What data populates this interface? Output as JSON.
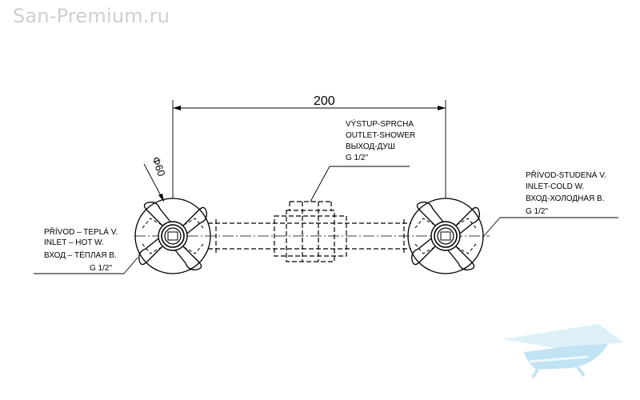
{
  "watermark": {
    "text": "San-Premium.ru"
  },
  "dimensions": {
    "width": "200",
    "diameter": "Φ60"
  },
  "labels": {
    "outlet": [
      "VÝSTUP-SPRCHA",
      "OUTLET-SHOWER",
      "ВЫХОД-ДУШ",
      "G 1/2\""
    ],
    "hot_inlet": [
      "PŘÍVOD – TEPLÁ V.",
      "INLET – HOT W.",
      "ВХОД – ТЁПЛАЯ В.",
      "G 1/2\""
    ],
    "cold_inlet": [
      "PŘÍVOD-STUDENÁ V.",
      "INLET-COLD W.",
      "ВХОД-ХОЛОДНАЯ В.",
      "G 1/2\""
    ]
  },
  "colors": {
    "line": "#000000",
    "watermark": "#cfcfcf",
    "logo": "#a8d8ee"
  },
  "icons": {
    "logo": "bathtub-logo-icon"
  }
}
